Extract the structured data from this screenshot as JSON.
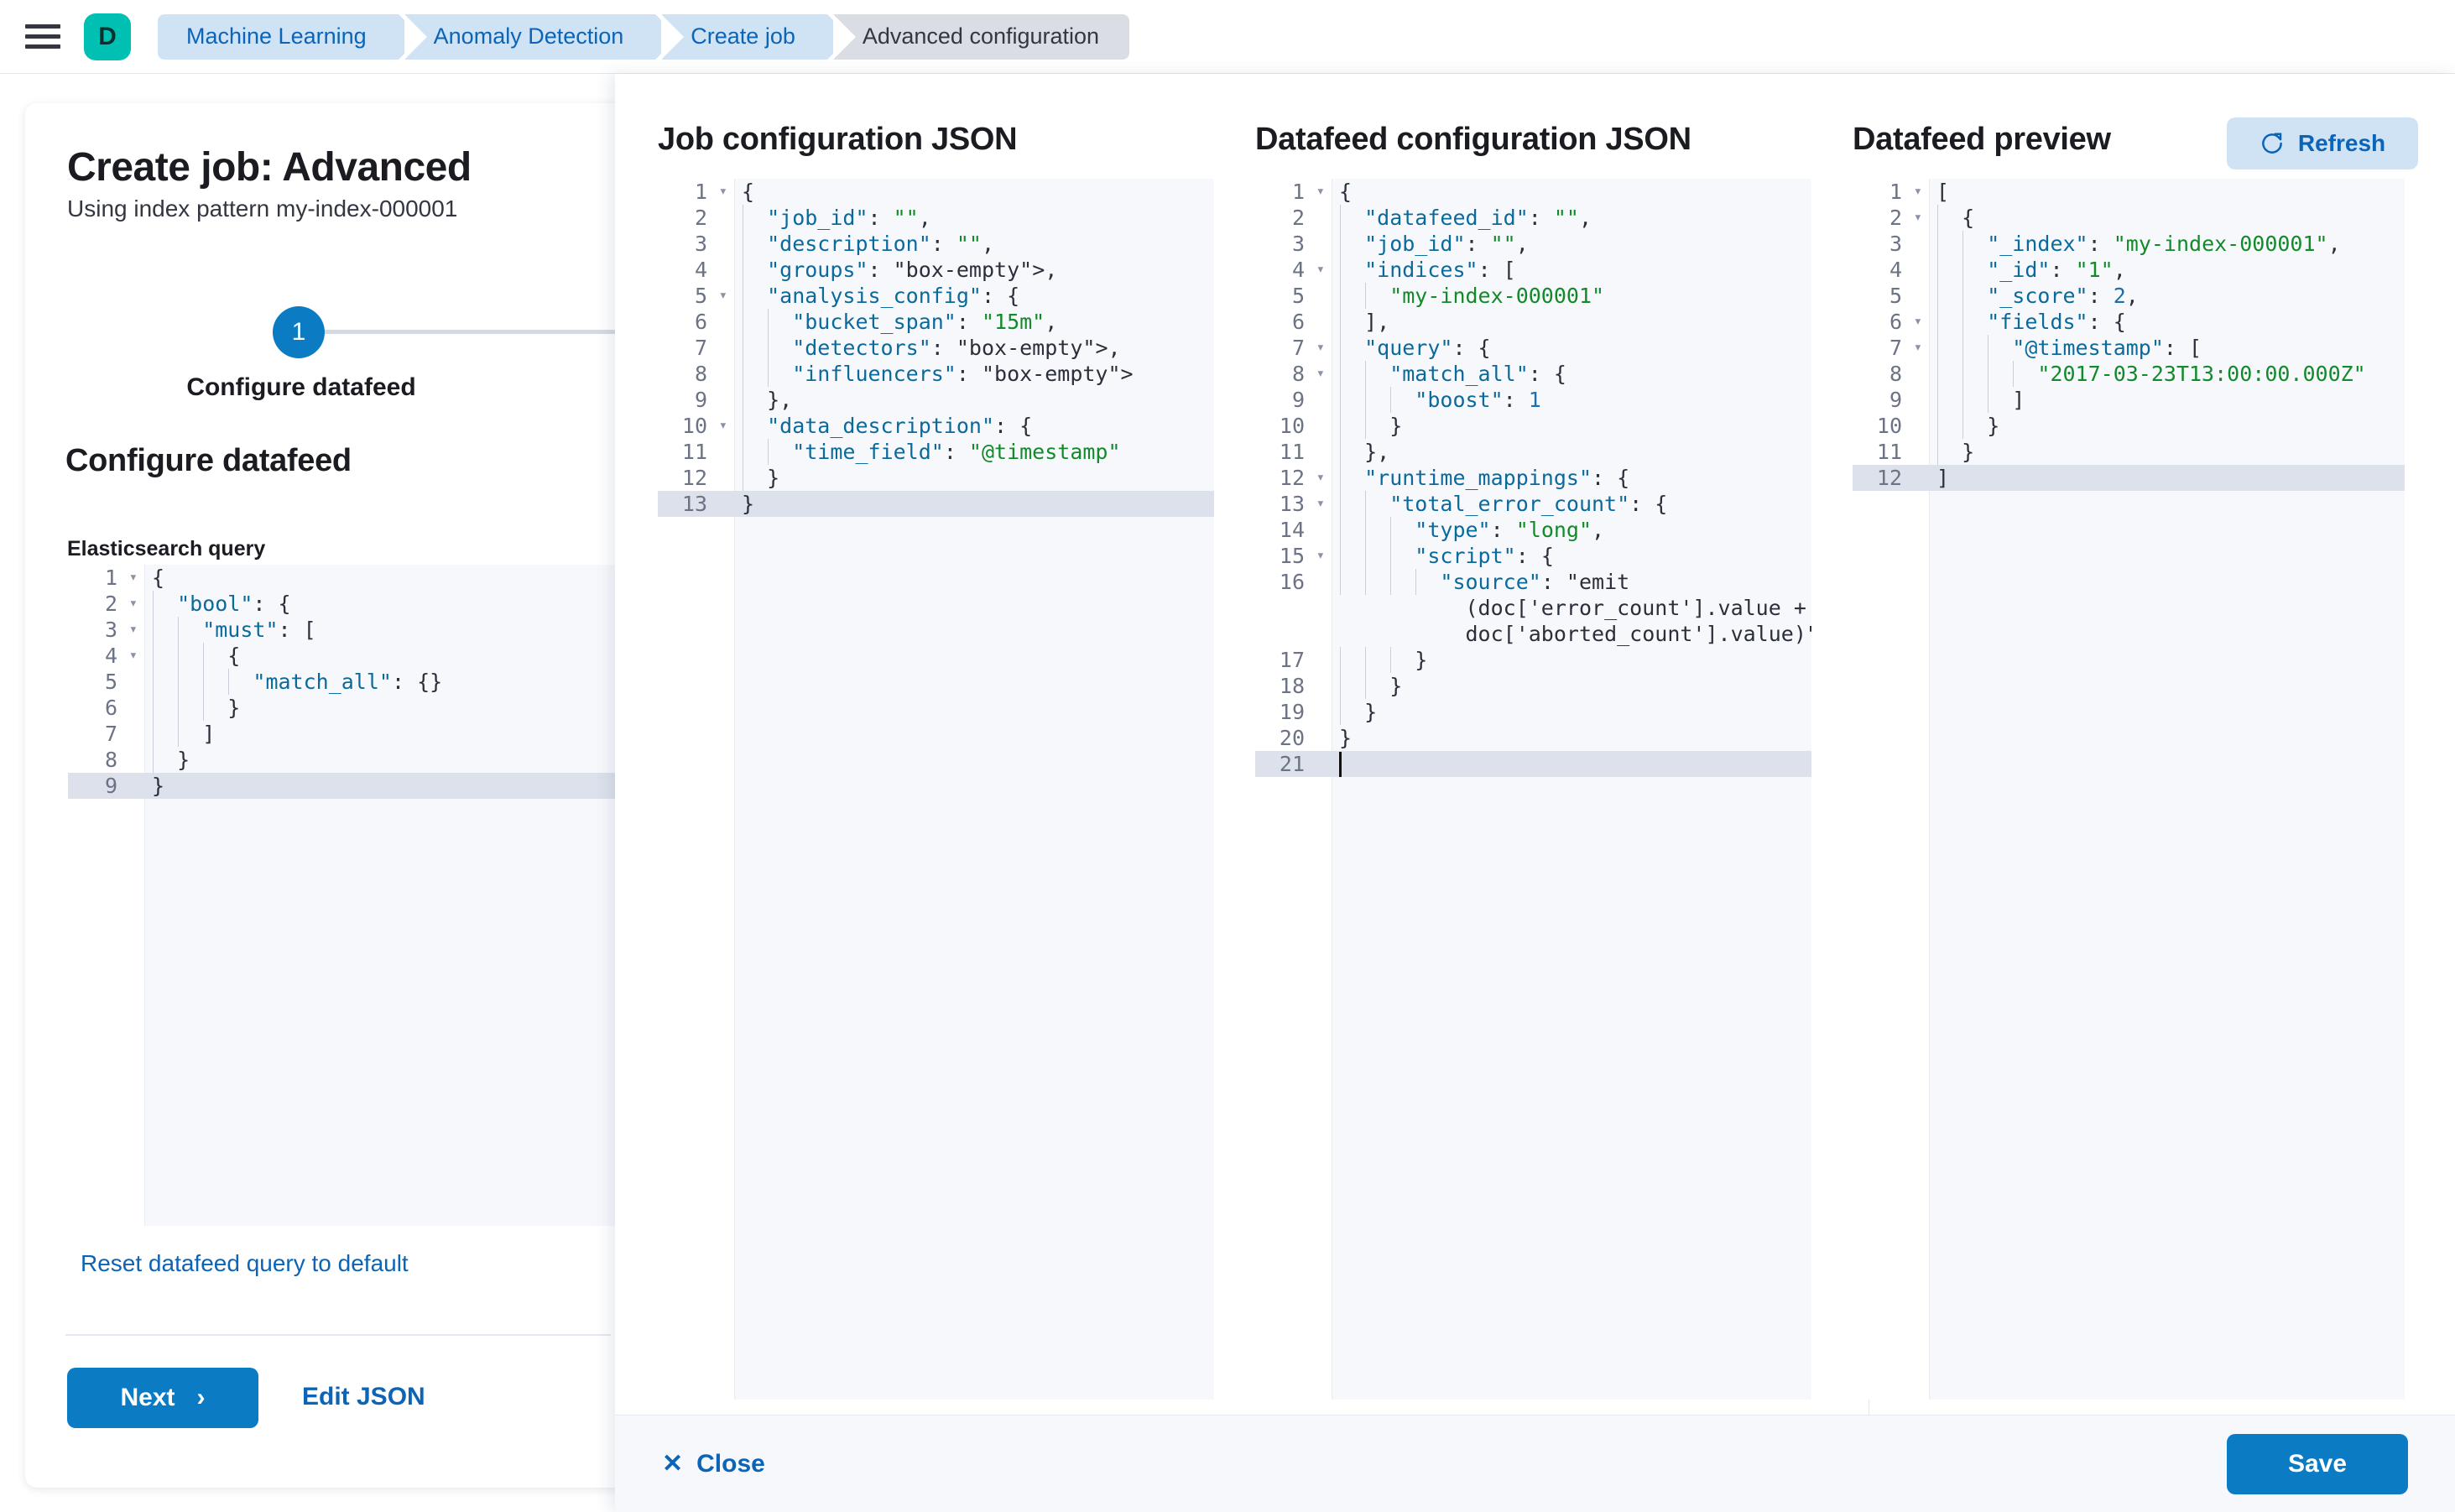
{
  "topbar": {
    "menu_icon": "hamburger-menu-icon",
    "avatar_letter": "D",
    "breadcrumbs": [
      {
        "label": "Machine Learning",
        "active": false
      },
      {
        "label": "Anomaly Detection",
        "active": false
      },
      {
        "label": "Create job",
        "active": false
      },
      {
        "label": "Advanced configuration",
        "active": true
      }
    ]
  },
  "page": {
    "title": "Create job: Advanced",
    "subtitle": "Using index pattern my-index-000001",
    "step_number": "1",
    "step_label": "Configure datafeed",
    "section_title": "Configure datafeed",
    "field_label": "Elasticsearch query",
    "reset_link": "Reset datafeed query to default",
    "next_label": "Next",
    "next_icon": "chevron-right-icon",
    "edit_json_label": "Edit JSON"
  },
  "query_editor": {
    "lines": [
      {
        "n": "1",
        "fold": true,
        "text": "{",
        "indent": 0
      },
      {
        "n": "2",
        "fold": true,
        "text": "\"bool\": {",
        "indent": 1
      },
      {
        "n": "3",
        "fold": true,
        "text": "\"must\": [",
        "indent": 2
      },
      {
        "n": "4",
        "fold": true,
        "text": "{",
        "indent": 3
      },
      {
        "n": "5",
        "fold": false,
        "text": "\"match_all\": {}",
        "indent": 4
      },
      {
        "n": "6",
        "fold": false,
        "text": "}",
        "indent": 3
      },
      {
        "n": "7",
        "fold": false,
        "text": "]",
        "indent": 2
      },
      {
        "n": "8",
        "fold": false,
        "text": "}",
        "indent": 1
      },
      {
        "n": "9",
        "fold": false,
        "text": "}",
        "indent": 0
      }
    ],
    "highlighted_line": 9
  },
  "flyout": {
    "job_config_title": "Job configuration JSON",
    "datafeed_config_title": "Datafeed configuration JSON",
    "preview_title": "Datafeed preview",
    "refresh_label": "Refresh",
    "refresh_icon": "refresh-icon",
    "close_label": "Close",
    "close_icon": "close-x-icon",
    "save_label": "Save"
  },
  "job_config_editor": {
    "lines": [
      {
        "n": "1",
        "fold": true,
        "text": "{",
        "indent": 0
      },
      {
        "n": "2",
        "fold": false,
        "text": "\"job_id\": \"\",",
        "indent": 1
      },
      {
        "n": "3",
        "fold": false,
        "text": "\"description\": \"\",",
        "indent": 1
      },
      {
        "n": "4",
        "fold": false,
        "text": "\"groups\": [],",
        "indent": 1
      },
      {
        "n": "5",
        "fold": true,
        "text": "\"analysis_config\": {",
        "indent": 1
      },
      {
        "n": "6",
        "fold": false,
        "text": "\"bucket_span\": \"15m\",",
        "indent": 2
      },
      {
        "n": "7",
        "fold": false,
        "text": "\"detectors\": [],",
        "indent": 2
      },
      {
        "n": "8",
        "fold": false,
        "text": "\"influencers\": []",
        "indent": 2
      },
      {
        "n": "9",
        "fold": false,
        "text": "},",
        "indent": 1
      },
      {
        "n": "10",
        "fold": true,
        "text": "\"data_description\": {",
        "indent": 1
      },
      {
        "n": "11",
        "fold": false,
        "text": "\"time_field\": \"@timestamp\"",
        "indent": 2
      },
      {
        "n": "12",
        "fold": false,
        "text": "}",
        "indent": 1
      },
      {
        "n": "13",
        "fold": false,
        "text": "}",
        "indent": 0
      }
    ],
    "highlighted_line": 13
  },
  "datafeed_config_editor": {
    "lines": [
      {
        "n": "1",
        "fold": true,
        "text": "{",
        "indent": 0
      },
      {
        "n": "2",
        "fold": false,
        "text": "\"datafeed_id\": \"\",",
        "indent": 1
      },
      {
        "n": "3",
        "fold": false,
        "text": "\"job_id\": \"\",",
        "indent": 1
      },
      {
        "n": "4",
        "fold": true,
        "text": "\"indices\": [",
        "indent": 1
      },
      {
        "n": "5",
        "fold": false,
        "text": "\"my-index-000001\"",
        "indent": 2
      },
      {
        "n": "6",
        "fold": false,
        "text": "],",
        "indent": 1
      },
      {
        "n": "7",
        "fold": true,
        "text": "\"query\": {",
        "indent": 1
      },
      {
        "n": "8",
        "fold": true,
        "text": "\"match_all\": {",
        "indent": 2
      },
      {
        "n": "9",
        "fold": false,
        "text": "\"boost\": 1",
        "indent": 3
      },
      {
        "n": "10",
        "fold": false,
        "text": "}",
        "indent": 2
      },
      {
        "n": "11",
        "fold": false,
        "text": "},",
        "indent": 1
      },
      {
        "n": "12",
        "fold": true,
        "text": "\"runtime_mappings\": {",
        "indent": 1
      },
      {
        "n": "13",
        "fold": true,
        "text": "\"total_error_count\": {",
        "indent": 2
      },
      {
        "n": "14",
        "fold": false,
        "text": "\"type\": \"long\",",
        "indent": 3
      },
      {
        "n": "15",
        "fold": true,
        "text": "\"script\": {",
        "indent": 3
      },
      {
        "n": "16",
        "fold": false,
        "text": "\"source\": \"emit",
        "indent": 4
      },
      {
        "n": "",
        "fold": false,
        "text": "(doc['error_count'].value +",
        "indent": 5,
        "wrap": true
      },
      {
        "n": "",
        "fold": false,
        "text": "doc['aborted_count'].value)\"",
        "indent": 5,
        "wrap": true
      },
      {
        "n": "17",
        "fold": false,
        "text": "}",
        "indent": 3
      },
      {
        "n": "18",
        "fold": false,
        "text": "}",
        "indent": 2
      },
      {
        "n": "19",
        "fold": false,
        "text": "}",
        "indent": 1
      },
      {
        "n": "20",
        "fold": false,
        "text": "}",
        "indent": 0
      },
      {
        "n": "21",
        "fold": false,
        "text": "",
        "indent": 0
      }
    ],
    "highlighted_line": 21,
    "caret_line": 21
  },
  "preview_editor": {
    "lines": [
      {
        "n": "1",
        "fold": true,
        "text": "[",
        "indent": 0
      },
      {
        "n": "2",
        "fold": true,
        "text": "{",
        "indent": 1
      },
      {
        "n": "3",
        "fold": false,
        "text": "\"_index\": \"my-index-000001\",",
        "indent": 2
      },
      {
        "n": "4",
        "fold": false,
        "text": "\"_id\": \"1\",",
        "indent": 2
      },
      {
        "n": "5",
        "fold": false,
        "text": "\"_score\": 2,",
        "indent": 2
      },
      {
        "n": "6",
        "fold": true,
        "text": "\"fields\": {",
        "indent": 2
      },
      {
        "n": "7",
        "fold": true,
        "text": "\"@timestamp\": [",
        "indent": 3
      },
      {
        "n": "8",
        "fold": false,
        "text": "\"2017-03-23T13:00:00.000Z\"",
        "indent": 4
      },
      {
        "n": "9",
        "fold": false,
        "text": "]",
        "indent": 3
      },
      {
        "n": "10",
        "fold": false,
        "text": "}",
        "indent": 2
      },
      {
        "n": "11",
        "fold": false,
        "text": "}",
        "indent": 1
      },
      {
        "n": "12",
        "fold": false,
        "text": "]",
        "indent": 0
      }
    ],
    "highlighted_line": 12
  },
  "colors": {
    "accent_blue": "#0b7cc4",
    "link_blue": "#0b64b6",
    "breadcrumb_bg": "#cfe3f5",
    "breadcrumb_active_bg": "#dadde3",
    "avatar_teal": "#00bfb3",
    "string_green": "#128a2a",
    "key_blue": "#0b6a9c",
    "editor_bg": "#f7f8fc",
    "highlight_row": "#dce1eb"
  }
}
